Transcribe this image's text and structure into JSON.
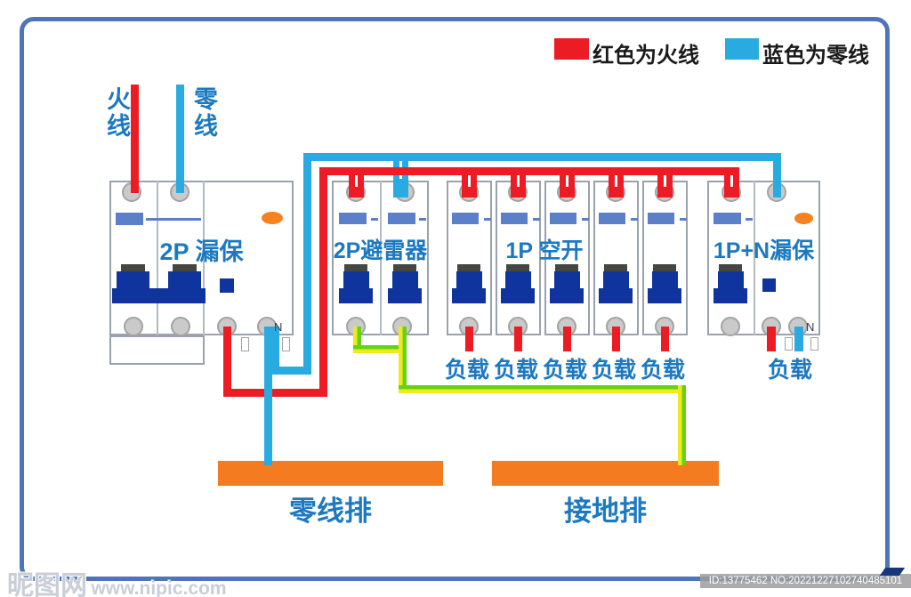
{
  "legend": {
    "live": {
      "label": "红色为火线",
      "color": "#ed1c24"
    },
    "neutral": {
      "label": "蓝色为零线",
      "color": "#29abe2"
    }
  },
  "inputs": {
    "live": "火线",
    "neutral": "零线"
  },
  "breakers": {
    "main": {
      "label": "2P 漏保",
      "neutral_mark": "N"
    },
    "arrester": {
      "label": "2P避雷器"
    },
    "mcb": {
      "label": "1P 空开"
    },
    "rcbo": {
      "label": "1P+N漏保",
      "neutral_mark": "N"
    }
  },
  "loads": [
    "负载",
    "负载",
    "负载",
    "负载",
    "负载",
    "负载"
  ],
  "bars": {
    "neutral": "零线排",
    "ground": "接地排"
  },
  "watermark": {
    "site": "昵图网",
    "url": "www.nipic.com"
  },
  "stamp": "ID:13775462 NO:20221227102740485101",
  "colors": {
    "live_wire": "#ed1c24",
    "neutral_wire": "#29abe2",
    "earth_green": "#62d414",
    "earth_yellow": "#f3e71d",
    "bus_bar": "#f47b20",
    "label_text": "#1c79c0",
    "breaker_handle": "#10349e",
    "label_window": "#5b80c8",
    "frame": "#4e74b9",
    "indicator_orange": "#f6821f"
  }
}
